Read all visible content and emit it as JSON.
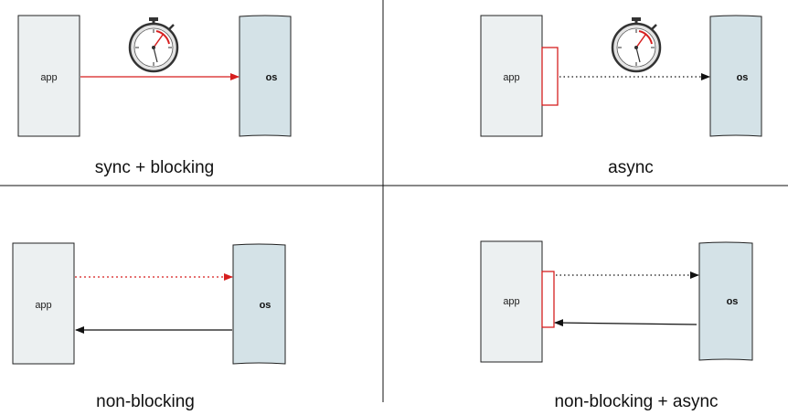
{
  "colors": {
    "app_fill": "#ecf0f1",
    "os_fill": "#d4e2e7",
    "stroke": "#222222",
    "accent_red": "#d61f1f",
    "divider": "#111111"
  },
  "panels": [
    {
      "caption": "sync + blocking",
      "app_label": "app",
      "os_label": "os",
      "icons": [
        "stopwatch-icon"
      ]
    },
    {
      "caption": "async",
      "app_label": "app",
      "os_label": "os",
      "icons": [
        "stopwatch-icon"
      ]
    },
    {
      "caption": "non-blocking",
      "app_label": "app",
      "os_label": "os",
      "icons": []
    },
    {
      "caption": "non-blocking + async",
      "app_label": "app",
      "os_label": "os",
      "icons": []
    }
  ]
}
